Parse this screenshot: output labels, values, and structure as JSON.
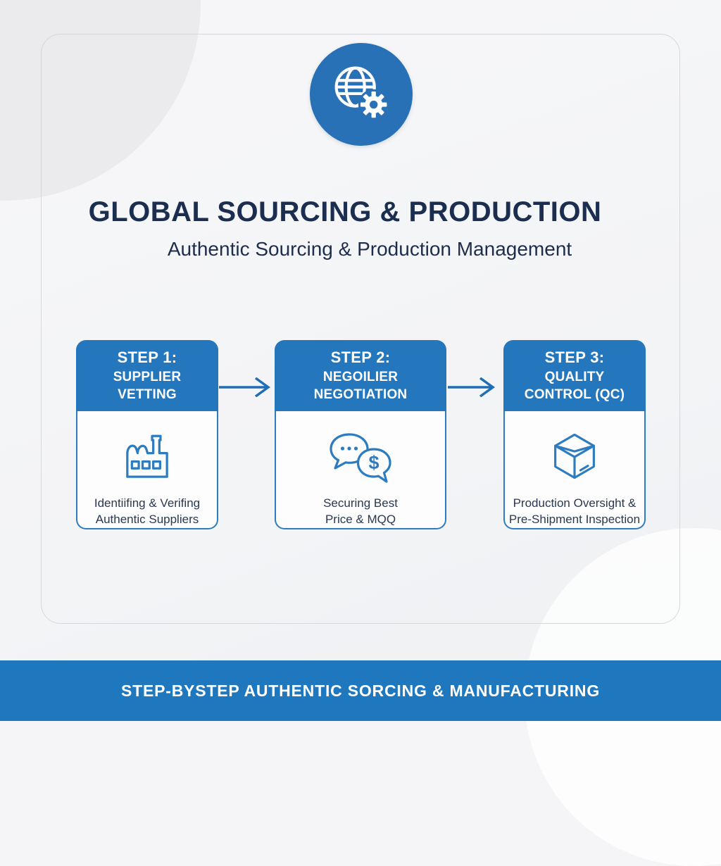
{
  "page": {
    "title": "GLOBAL SOURCING & PRODUCTION",
    "subtitle": "Authentic Sourcing & Production Management"
  },
  "header_icon": {
    "name": "globe-gear-icon"
  },
  "steps": [
    {
      "label": "STEP 1:",
      "title": "SUPPLIER\nVETTING",
      "icon": "factory-icon",
      "description": "Identiifing & Verifing\nAuthentic Suppliers"
    },
    {
      "label": "STEP 2:",
      "title": "NEGOILIER\nNEGOTIATION",
      "icon": "chat-bubbles-dollar-icon",
      "dollar_glyph": "$",
      "description": "Securing Best\nPrice & MQQ"
    },
    {
      "label": "STEP 3:",
      "title": "QUALITY\nCONTROL (QC)",
      "icon": "open-box-icon",
      "description": "Production Oversight &\nPre-Shipment Inspection"
    }
  ],
  "footer": {
    "banner": "STEP-BYSTEP AUTHENTIC SORCING & MANUFACTURING"
  },
  "colors": {
    "primary_blue": "#2577bd",
    "icon_circle_blue": "#2971b6",
    "icon_stroke_blue": "#2e7cc0",
    "arrow_blue": "#1f6db6",
    "navy_text": "#1c2e50",
    "banner_blue": "#1f78bd",
    "background": "#f5f5f7"
  }
}
